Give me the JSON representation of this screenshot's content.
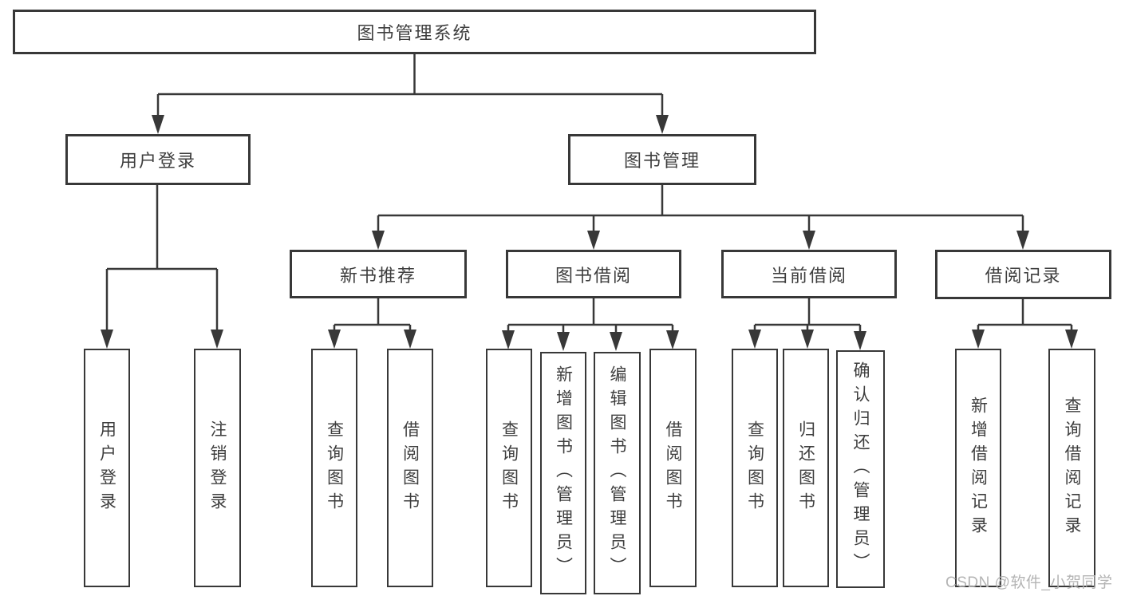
{
  "diagram": {
    "title": "图书管理系统",
    "nodes": {
      "root": {
        "label": "图书管理系统"
      },
      "user_login": {
        "label": "用户登录",
        "children": [
          "用户登录",
          "注销登录"
        ]
      },
      "book_mgmt": {
        "label": "图书管理"
      },
      "new_book_rec": {
        "label": "新书推荐",
        "children": [
          "查询图书",
          "借阅图书"
        ]
      },
      "book_borrow": {
        "label": "图书借阅",
        "children": [
          "查询图书",
          "新增图书（管理员）",
          "编辑图书（管理员）",
          "借阅图书"
        ]
      },
      "current_borrow": {
        "label": "当前借阅",
        "children": [
          "查询图书",
          "归还图书",
          "确认归还（管理员）"
        ]
      },
      "borrow_records": {
        "label": "借阅记录",
        "children": [
          "新增借阅记录",
          "查询借阅记录"
        ]
      }
    },
    "colors": {
      "line": "#383838",
      "text": "#3e3e3e",
      "watermark": "#b4b4b4",
      "background": "#ffffff"
    }
  },
  "watermark": {
    "text": "CSDN @软件_小贺同学"
  }
}
